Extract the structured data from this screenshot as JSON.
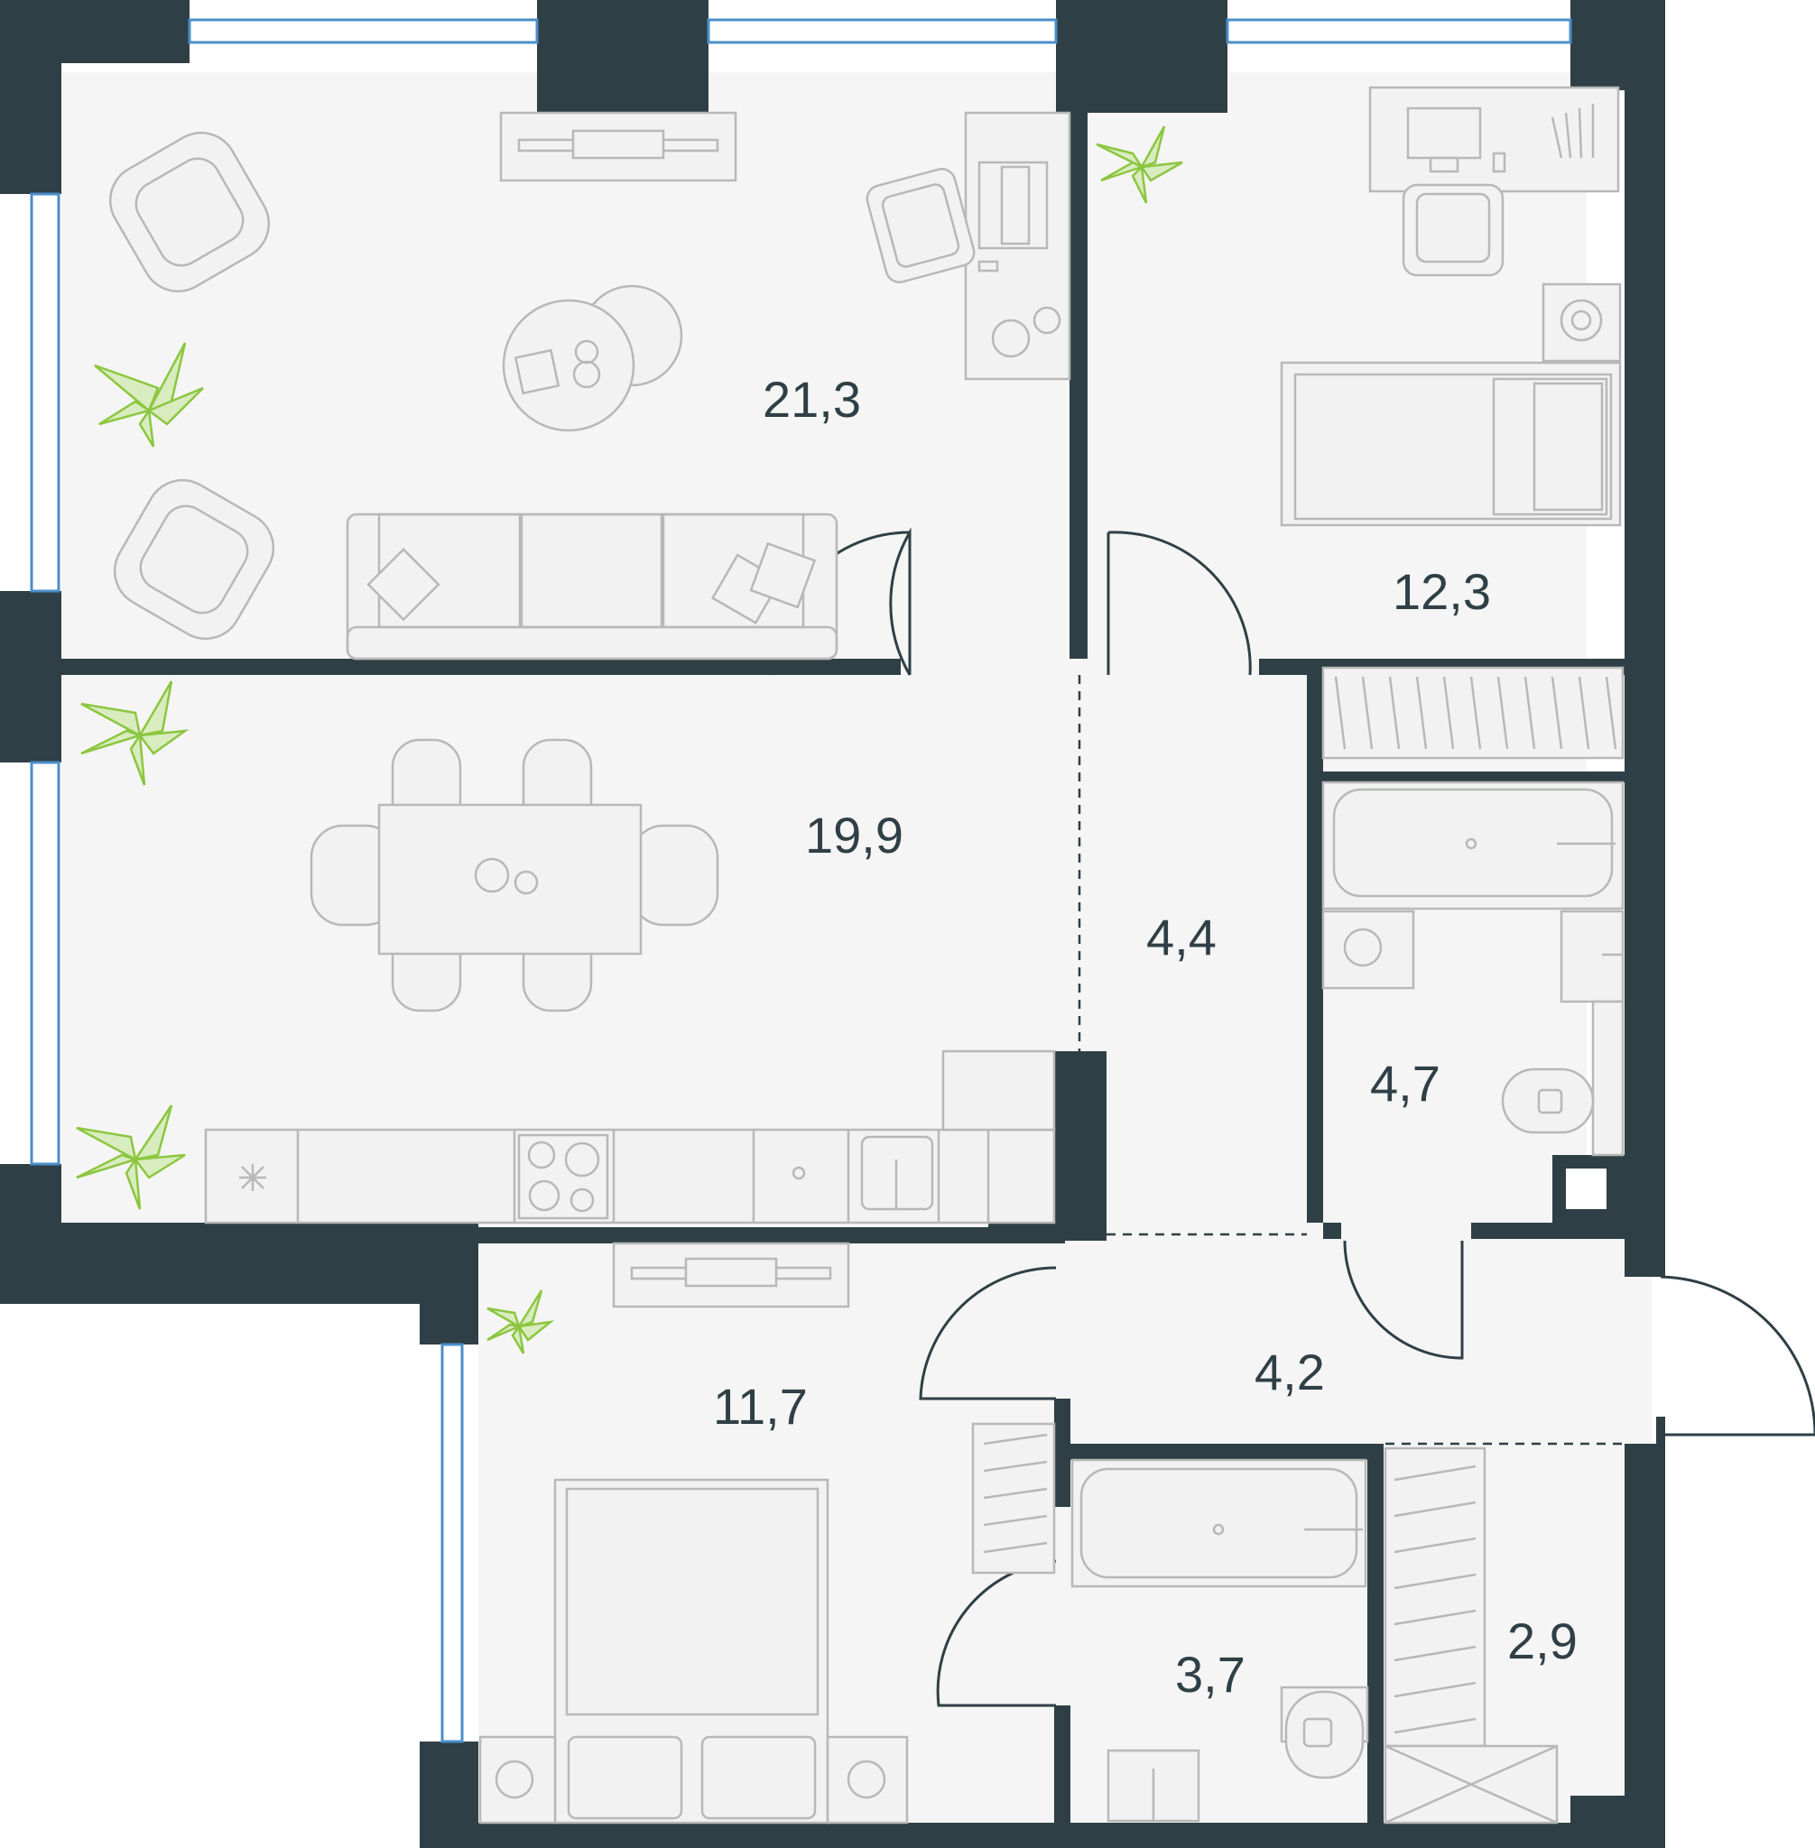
{
  "rooms": [
    {
      "id": "living",
      "area": "21,3"
    },
    {
      "id": "kitchen-dining",
      "area": "19,9"
    },
    {
      "id": "bedroom-small",
      "area": "12,3"
    },
    {
      "id": "corridor",
      "area": "4,4"
    },
    {
      "id": "bathroom-1",
      "area": "4,7"
    },
    {
      "id": "hall",
      "area": "4,2"
    },
    {
      "id": "bedroom-main",
      "area": "11,7"
    },
    {
      "id": "bathroom-2",
      "area": "3,7"
    },
    {
      "id": "wardrobe",
      "area": "2,9"
    }
  ],
  "colors": {
    "wall": "#2f3f46",
    "furniture_outline": "#b8b8b8",
    "plant": "#8cc63f",
    "window": "#4a8fc9"
  },
  "icons": [
    "plant-icon",
    "armchair-icon",
    "sofa-icon",
    "bed-icon",
    "bathtub-icon",
    "toilet-icon",
    "sink-icon",
    "stove-icon",
    "desk-icon",
    "chair-icon",
    "table-icon",
    "tv-stand-icon",
    "washing-machine-icon",
    "wardrobe-icon"
  ]
}
